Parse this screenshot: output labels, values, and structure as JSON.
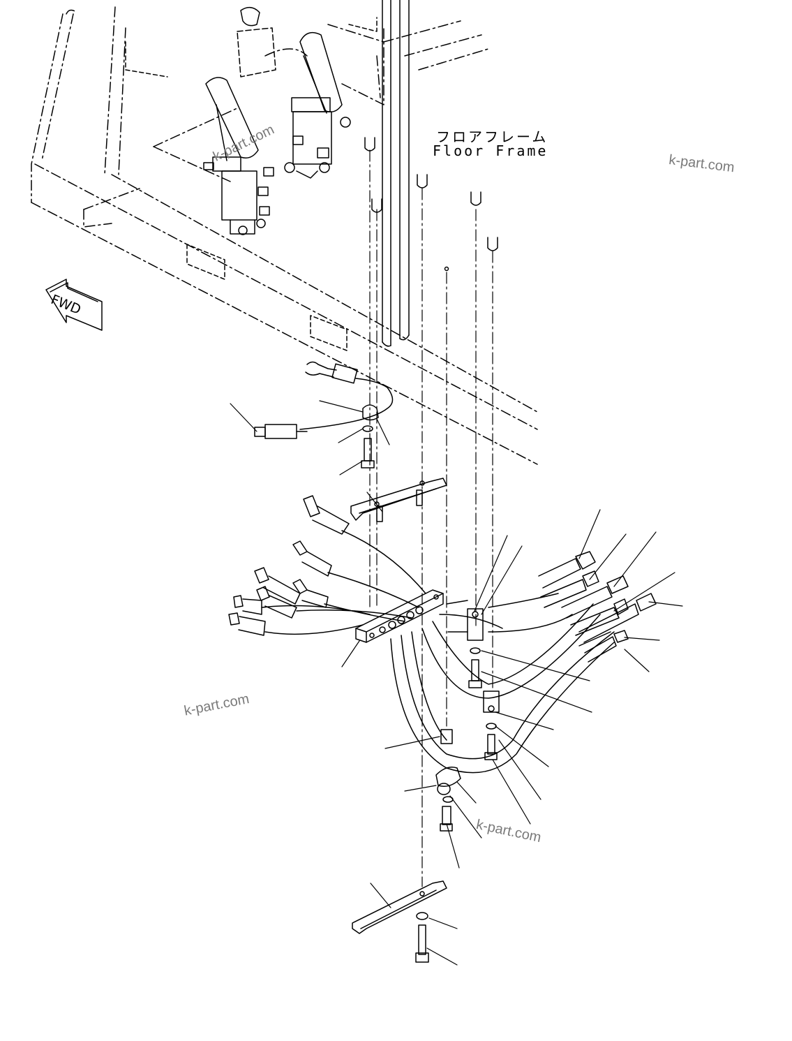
{
  "frame_label": {
    "japanese": "フロアフレーム",
    "english": "Floor Frame"
  },
  "direction_indicator": "FWD",
  "watermark": "k-part.com"
}
